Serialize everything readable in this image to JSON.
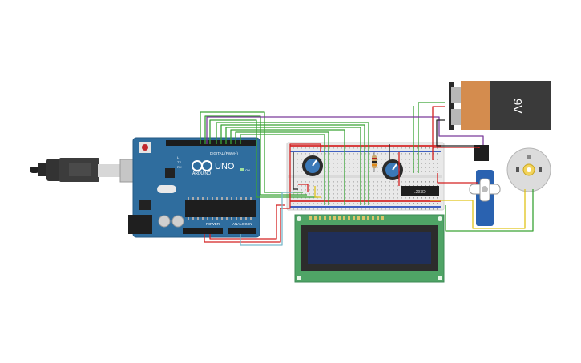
{
  "arduino": {
    "brand": "ARDUINO",
    "model": "UNO",
    "header_digital": "DIGITAL (PWM~)",
    "header_power": "POWER",
    "header_analog": "ANALOG IN",
    "tx": "TX",
    "rx": "RX",
    "l": "L",
    "on": "ON"
  },
  "battery": {
    "label": "9V"
  },
  "driver_chip": {
    "label": "L293D"
  },
  "colors": {
    "board_blue": "#2f6d9e",
    "wire_green": "#3aa335",
    "wire_red": "#d42020",
    "wire_purple": "#7a3b9a",
    "wire_black": "#222222",
    "wire_yellow": "#e0c419",
    "wire_cyan": "#78b7c9",
    "lcd_green": "#4fa466",
    "lcd_screen": "#1f2f5a",
    "battery_orange": "#d48c4e",
    "battery_dark": "#3a3a3a"
  },
  "icons": [
    "usb-cable-icon",
    "arduino-logo-icon",
    "potentiometer-icon",
    "servo-icon",
    "dc-motor-icon",
    "battery-9v-icon"
  ]
}
